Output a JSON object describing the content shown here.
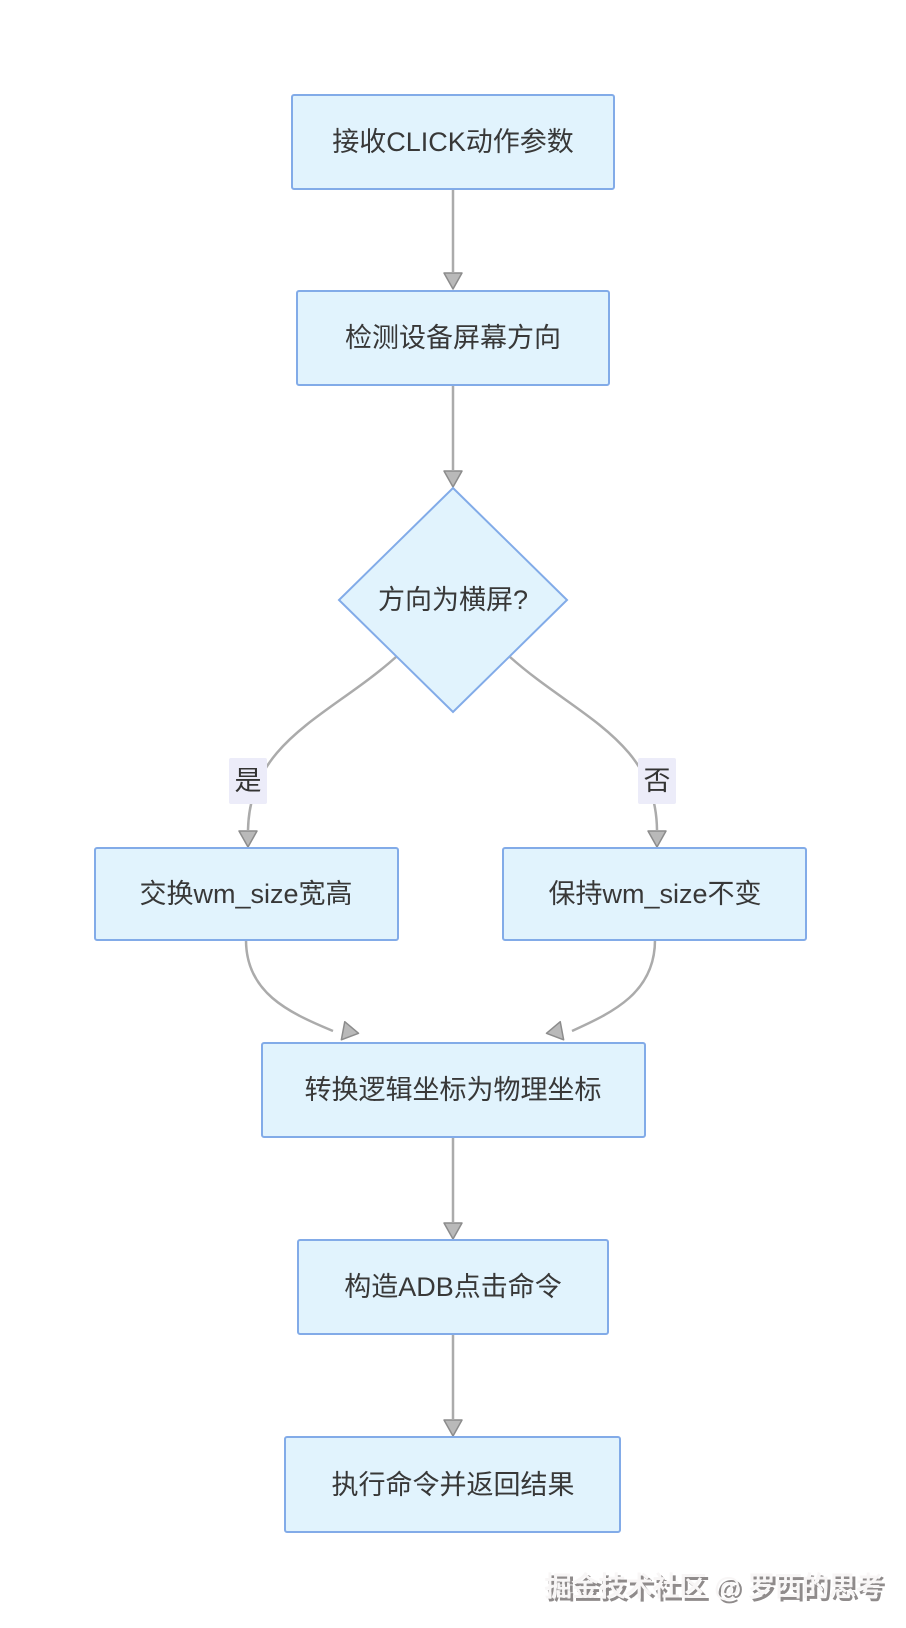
{
  "diagram": {
    "type": "flowchart",
    "direction": "top-down",
    "nodes": [
      {
        "id": "A",
        "shape": "rect",
        "label": "接收CLICK动作参数"
      },
      {
        "id": "B",
        "shape": "rect",
        "label": "检测设备屏幕方向"
      },
      {
        "id": "C",
        "shape": "diamond",
        "label": "方向为横屏?"
      },
      {
        "id": "D",
        "shape": "rect",
        "label": "交换wm_size宽高"
      },
      {
        "id": "E",
        "shape": "rect",
        "label": "保持wm_size不变"
      },
      {
        "id": "F",
        "shape": "rect",
        "label": "转换逻辑坐标为物理坐标"
      },
      {
        "id": "G",
        "shape": "rect",
        "label": "构造ADB点击命令"
      },
      {
        "id": "H",
        "shape": "rect",
        "label": "执行命令并返回结果"
      }
    ],
    "edges": [
      {
        "from": "A",
        "to": "B",
        "label": ""
      },
      {
        "from": "B",
        "to": "C",
        "label": ""
      },
      {
        "from": "C",
        "to": "D",
        "label": "是"
      },
      {
        "from": "C",
        "to": "E",
        "label": "否"
      },
      {
        "from": "D",
        "to": "F",
        "label": ""
      },
      {
        "from": "E",
        "to": "F",
        "label": ""
      },
      {
        "from": "F",
        "to": "G",
        "label": ""
      },
      {
        "from": "G",
        "to": "H",
        "label": ""
      }
    ],
    "colors": {
      "background": "#ffffff",
      "node_fill": "#e1f3fd",
      "node_border": "#82abe8",
      "node_text": "#383838",
      "edge_line": "#ababab",
      "arrowhead_fill": "#b9b9b9",
      "edge_label_bg": "#ececf9",
      "edge_label_text": "#333333"
    }
  },
  "watermark": {
    "text": "掘金技术社区 @ 罗西的思考"
  }
}
